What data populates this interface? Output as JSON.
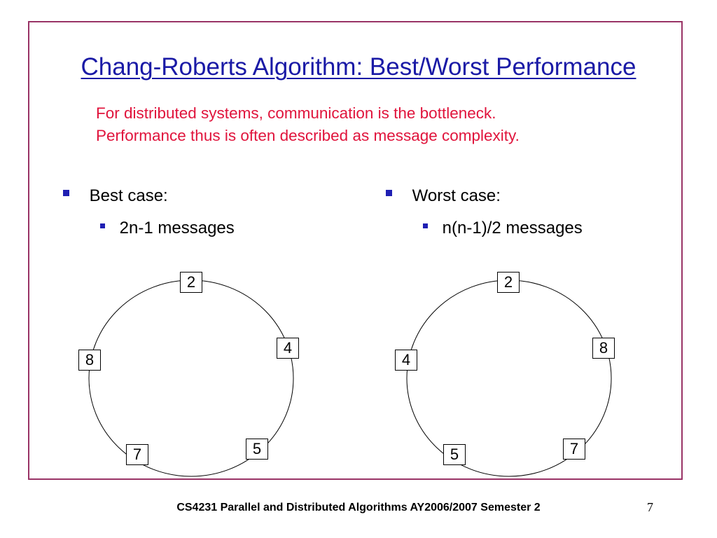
{
  "slide": {
    "title": "Chang-Roberts Algorithm: Best/Worst Performance",
    "subtitle": [
      "For distributed systems, communication is the bottleneck.",
      "Performance thus is often described as message complexity."
    ],
    "best": {
      "label": "Best case:",
      "detail": "2n-1 messages",
      "nodes": [
        "2",
        "4",
        "5",
        "7",
        "8"
      ]
    },
    "worst": {
      "label": "Worst case:",
      "detail": "n(n-1)/2 messages",
      "nodes": [
        "2",
        "8",
        "7",
        "5",
        "4"
      ]
    },
    "footer": "CS4231 Parallel and Distributed Algorithms AY2006/2007 Semester 2",
    "page_number": "7"
  },
  "colors": {
    "title": "#1a1aa6",
    "subtitle": "#e0143c",
    "frame": "#993366",
    "bullet_marker": "#1f1fb3"
  },
  "icons": {
    "bullet_marker": "square-bullet-icon"
  }
}
